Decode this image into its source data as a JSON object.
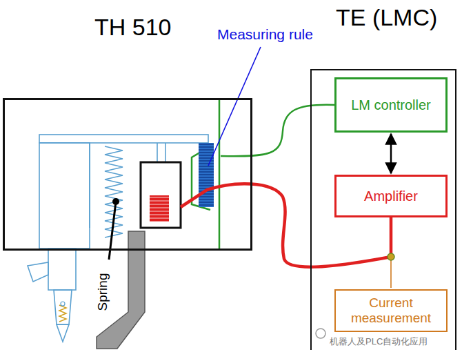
{
  "diagram": {
    "nodes": [
      {
        "text": [
          "TH 510"
        ]
      },
      {
        "text": [
          "TE (LMC)"
        ]
      },
      {
        "text": [
          "LM controller"
        ],
        "in": 1
      },
      {
        "text": [
          "Amplifier"
        ],
        "in": 1
      },
      {
        "text": [
          "Current measurement"
        ],
        "in": 1
      }
    ],
    "edges": [
      {
        "from": 2,
        "to": 3,
        "arrow": "both"
      },
      {
        "from": 3,
        "to": 4,
        "arrow": "none"
      }
    ],
    "labels": [
      "Measuring rule",
      "Spring",
      "机器人及PLC自动化应用"
    ]
  }
}
